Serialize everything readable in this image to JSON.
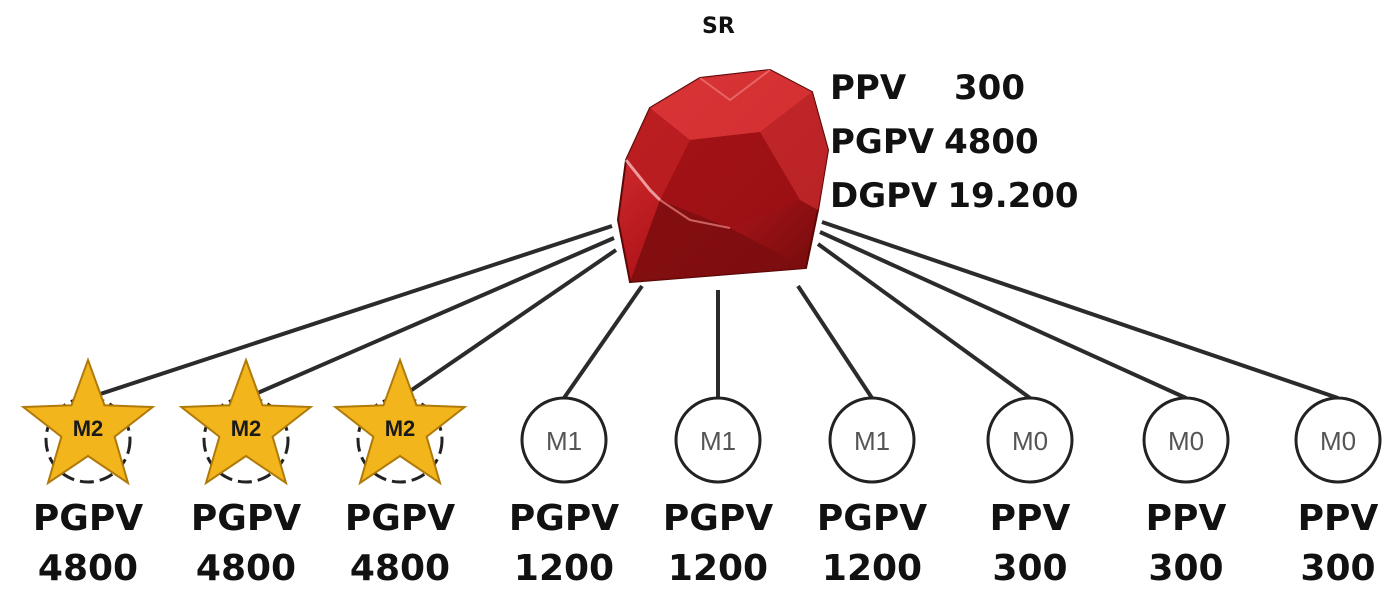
{
  "root": {
    "label": "SR",
    "stats": [
      {
        "key": "PPV",
        "value": "300"
      },
      {
        "key": "PGPV",
        "value": "4800"
      },
      {
        "key": "DGPV",
        "value": "19.200"
      }
    ]
  },
  "children": [
    {
      "rank": "M2",
      "kind": "star",
      "metric": "PGPV",
      "value": "4800"
    },
    {
      "rank": "M2",
      "kind": "star",
      "metric": "PGPV",
      "value": "4800"
    },
    {
      "rank": "M2",
      "kind": "star",
      "metric": "PGPV",
      "value": "4800"
    },
    {
      "rank": "M1",
      "kind": "circle",
      "metric": "PGPV",
      "value": "1200"
    },
    {
      "rank": "M1",
      "kind": "circle",
      "metric": "PGPV",
      "value": "1200"
    },
    {
      "rank": "M1",
      "kind": "circle",
      "metric": "PGPV",
      "value": "1200"
    },
    {
      "rank": "M0",
      "kind": "circle",
      "metric": "PPV",
      "value": "300"
    },
    {
      "rank": "M0",
      "kind": "circle",
      "metric": "PPV",
      "value": "300"
    },
    {
      "rank": "M0",
      "kind": "circle",
      "metric": "PPV",
      "value": "300"
    }
  ],
  "colors": {
    "gem_dark": "#7a0c0c",
    "gem_mid": "#b3161b",
    "gem_light": "#e0393b",
    "star_fill": "#f2b51c",
    "star_stroke": "#b07a0a",
    "line": "#2b2b2b"
  }
}
